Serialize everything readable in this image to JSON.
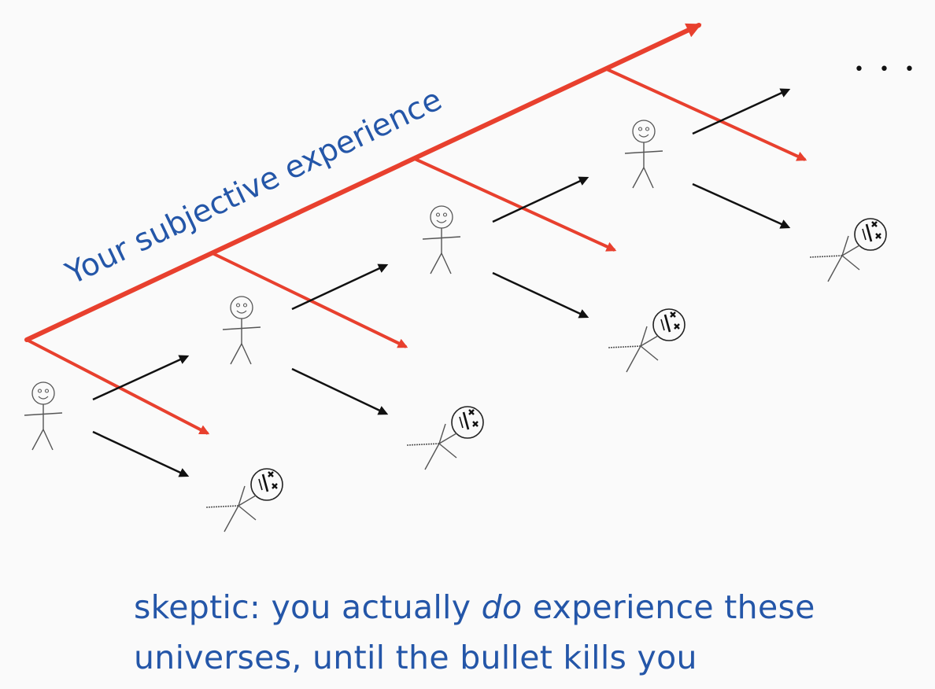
{
  "diagram": {
    "axis_label": "Your subjective experience",
    "ellipsis": "• • •",
    "colors": {
      "subjective": "#e8402e",
      "branch": "#111111",
      "text": "#2456a8",
      "figure": "#555555"
    }
  },
  "caption": {
    "line1_prefix": "skeptic: you actually ",
    "line1_emphasis": "do",
    "line1_suffix": " experience these",
    "line2": "universes, until the bullet kills you"
  }
}
